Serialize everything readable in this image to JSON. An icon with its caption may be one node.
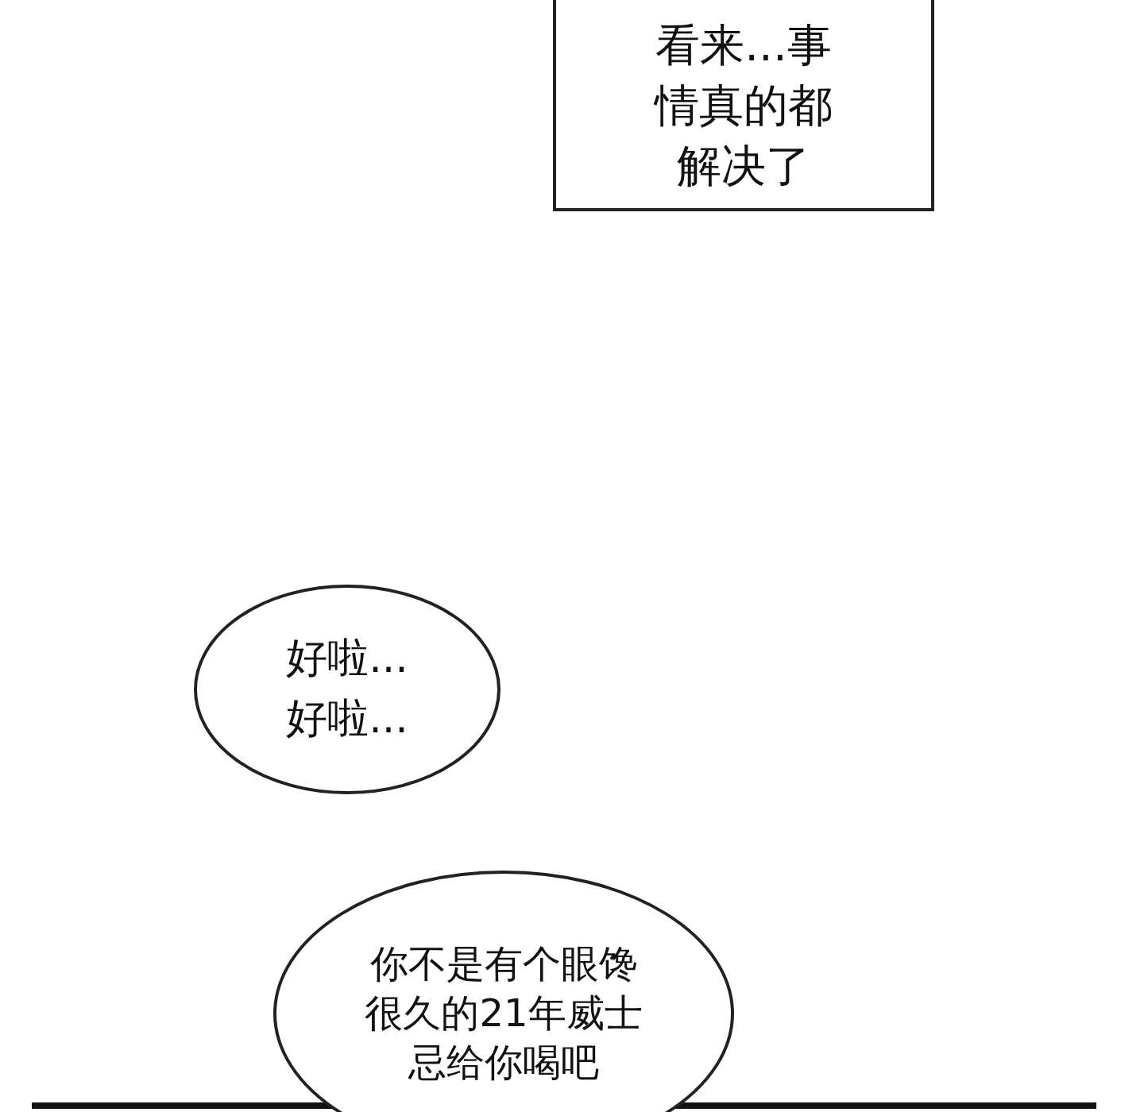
{
  "diagram": {
    "nodes": [
      {
        "text": [
          "看来...事情真的都解决了"
        ]
      },
      {
        "text": [
          "好啦...好啦..."
        ]
      },
      {
        "text": [
          "你不是有个眼馋很久的21年威士忌给你喝吧"
        ]
      }
    ]
  }
}
